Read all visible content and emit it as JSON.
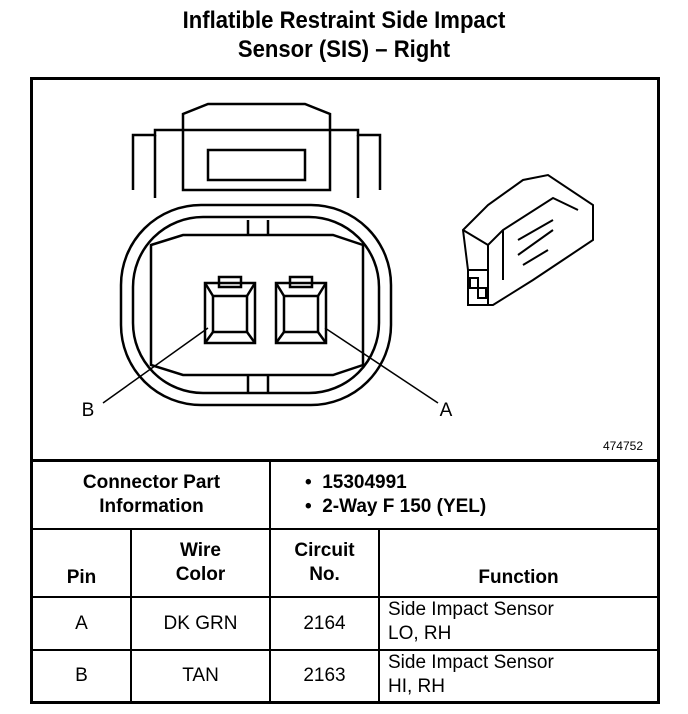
{
  "title": {
    "line1": "Inflatible Restraint Side Impact",
    "line2": "Sensor (SIS) – Right"
  },
  "diagram": {
    "figure_number": "474752",
    "pin_labels": {
      "a": "A",
      "b": "B"
    }
  },
  "connector_info": {
    "label_line1": "Connector Part",
    "label_line2": "Information",
    "items": [
      "15304991",
      "2-Way F 150 (YEL)"
    ],
    "bullet": "•"
  },
  "table": {
    "headers": {
      "pin": "Pin",
      "wire_color_1": "Wire",
      "wire_color_2": "Color",
      "circuit_1": "Circuit",
      "circuit_2": "No.",
      "function": "Function"
    },
    "rows": [
      {
        "pin": "A",
        "wire_color": "DK GRN",
        "circuit": "2164",
        "function_1": "Side Impact Sensor",
        "function_2": "LO, RH"
      },
      {
        "pin": "B",
        "wire_color": "TAN",
        "circuit": "2163",
        "function_1": "Side Impact Sensor",
        "function_2": "HI, RH"
      }
    ]
  }
}
